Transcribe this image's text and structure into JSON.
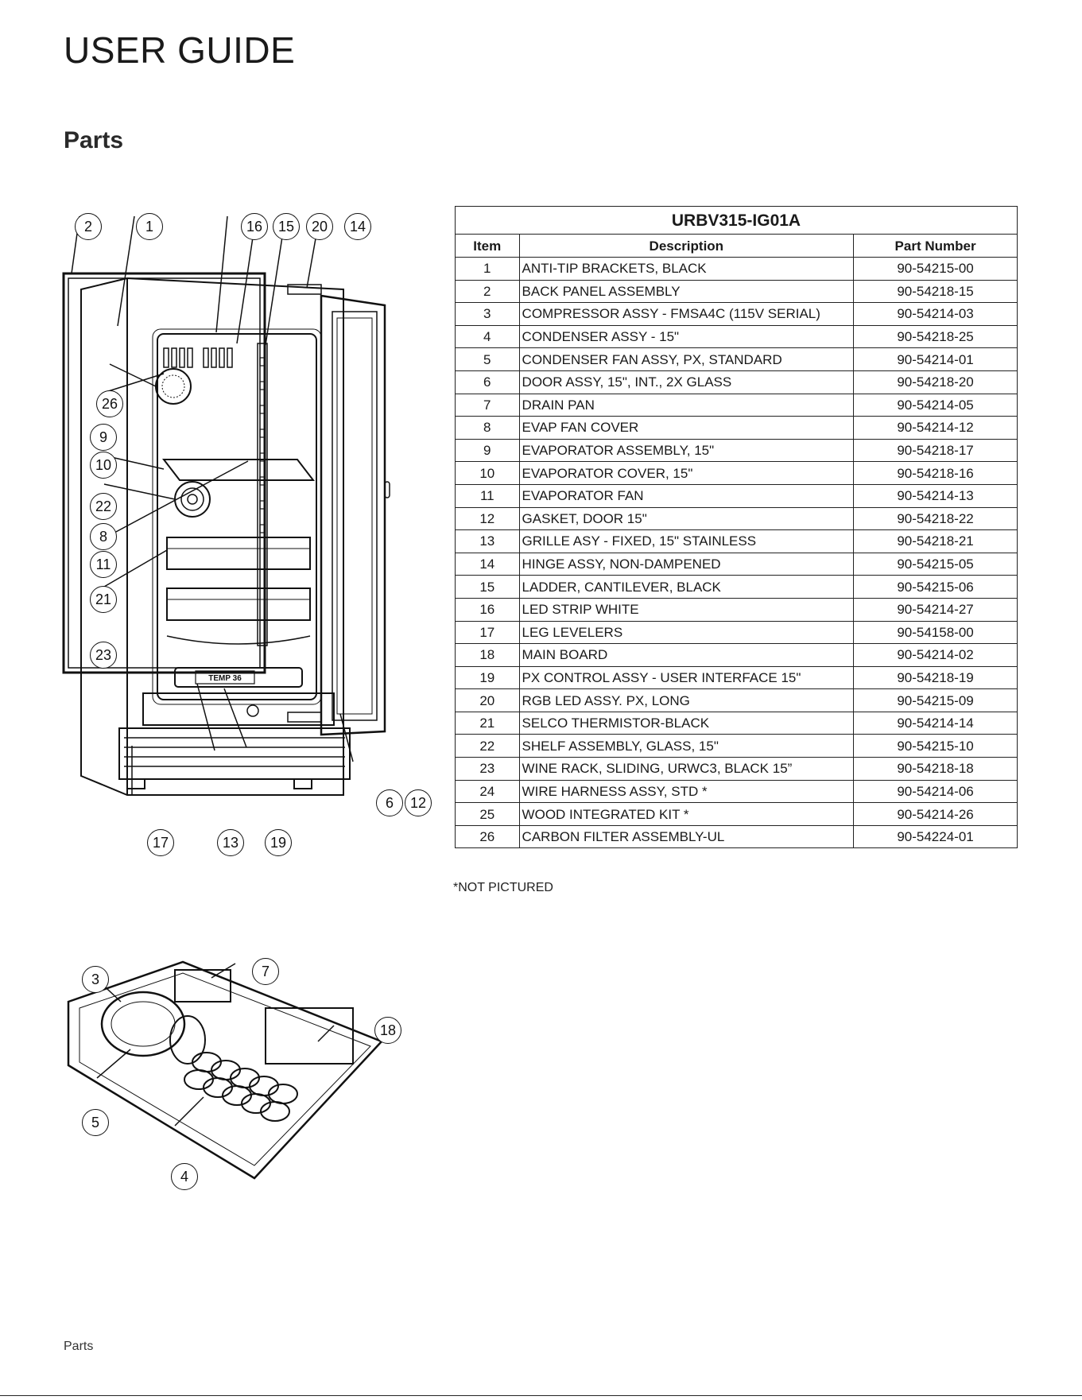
{
  "document": {
    "title": "USER GUIDE",
    "section": "Parts",
    "footer": "Parts",
    "note": "*NOT PICTURED"
  },
  "table": {
    "model": "URBV315-IG01A",
    "headers": {
      "item": "Item",
      "description": "Description",
      "part_number": "Part Number"
    },
    "rows": [
      {
        "item": "1",
        "description": "ANTI-TIP BRACKETS, BLACK",
        "part_number": "90-54215-00"
      },
      {
        "item": "2",
        "description": "BACK PANEL ASSEMBLY",
        "part_number": "90-54218-15"
      },
      {
        "item": "3",
        "description": "COMPRESSOR ASSY - FMSA4C (115V SERIAL)",
        "part_number": "90-54214-03"
      },
      {
        "item": "4",
        "description": "CONDENSER ASSY - 15\"",
        "part_number": "90-54218-25"
      },
      {
        "item": "5",
        "description": "CONDENSER FAN ASSY, PX, STANDARD",
        "part_number": "90-54214-01"
      },
      {
        "item": "6",
        "description": "DOOR ASSY, 15\", INT., 2X GLASS",
        "part_number": "90-54218-20"
      },
      {
        "item": "7",
        "description": "DRAIN PAN",
        "part_number": "90-54214-05"
      },
      {
        "item": "8",
        "description": "EVAP FAN COVER",
        "part_number": "90-54214-12"
      },
      {
        "item": "9",
        "description": "EVAPORATOR ASSEMBLY, 15\"",
        "part_number": "90-54218-17"
      },
      {
        "item": "10",
        "description": "EVAPORATOR COVER, 15\"",
        "part_number": "90-54218-16"
      },
      {
        "item": "11",
        "description": "EVAPORATOR FAN",
        "part_number": "90-54214-13"
      },
      {
        "item": "12",
        "description": "GASKET, DOOR 15\"",
        "part_number": "90-54218-22"
      },
      {
        "item": "13",
        "description": "GRILLE ASY - FIXED, 15\" STAINLESS",
        "part_number": "90-54218-21"
      },
      {
        "item": "14",
        "description": "HINGE ASSY, NON-DAMPENED",
        "part_number": "90-54215-05"
      },
      {
        "item": "15",
        "description": "LADDER, CANTILEVER, BLACK",
        "part_number": "90-54215-06"
      },
      {
        "item": "16",
        "description": "LED STRIP WHITE",
        "part_number": "90-54214-27"
      },
      {
        "item": "17",
        "description": "LEG LEVELERS",
        "part_number": "90-54158-00"
      },
      {
        "item": "18",
        "description": "MAIN BOARD",
        "part_number": "90-54214-02"
      },
      {
        "item": "19",
        "description": "PX CONTROL ASSY - USER INTERFACE 15\"",
        "part_number": "90-54218-19"
      },
      {
        "item": "20",
        "description": "RGB LED ASSY. PX, LONG",
        "part_number": "90-54215-09"
      },
      {
        "item": "21",
        "description": "SELCO THERMISTOR-BLACK",
        "part_number": "90-54214-14"
      },
      {
        "item": "22",
        "description": "SHELF ASSEMBLY, GLASS, 15\"",
        "part_number": "90-54215-10"
      },
      {
        "item": "23",
        "description": "WINE RACK, SLIDING, URWC3, BLACK 15”",
        "part_number": "90-54218-18"
      },
      {
        "item": "24",
        "description": "WIRE HARNESS ASSY, STD *",
        "part_number": "90-54214-06"
      },
      {
        "item": "25",
        "description": "WOOD INTEGRATED KIT *",
        "part_number": "90-54214-26"
      },
      {
        "item": "26",
        "description": "CARBON FILTER ASSEMBLY-UL",
        "part_number": "90-54224-01"
      }
    ]
  },
  "diagram_main": {
    "display_text": "TEMP 36",
    "callouts": [
      "2",
      "1",
      "16",
      "15",
      "20",
      "14",
      "26",
      "9",
      "10",
      "22",
      "8",
      "11",
      "21",
      "23",
      "6",
      "12",
      "17",
      "13",
      "19"
    ]
  },
  "diagram_base": {
    "callouts": [
      "3",
      "7",
      "18",
      "5",
      "4"
    ]
  }
}
